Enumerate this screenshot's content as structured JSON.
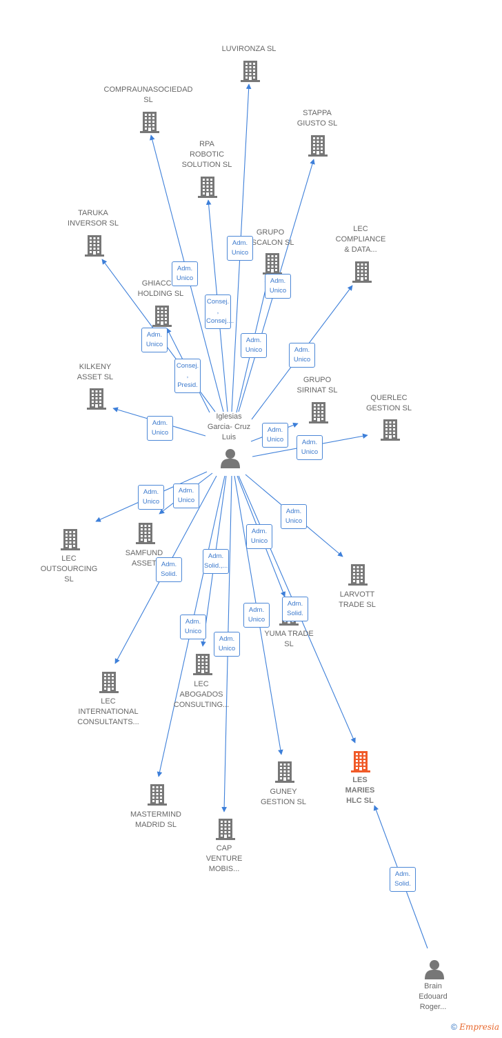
{
  "center": {
    "id": "iglesias",
    "label": "Iglesias\nGarcia- Cruz\nLuis"
  },
  "nodes": [
    {
      "id": "luvironza",
      "label": "LUVIRONZA  SL",
      "type": "company"
    },
    {
      "id": "compraunasociedad",
      "label": "COMPRAUNASOCIEDAD\nSL",
      "type": "company"
    },
    {
      "id": "stappa",
      "label": "STAPPA\nGIUSTO  SL",
      "type": "company"
    },
    {
      "id": "rpa",
      "label": "RPA\nROBOTIC\nSOLUTION  SL",
      "type": "company"
    },
    {
      "id": "taruka",
      "label": "TARUKA\nINVERSOR  SL",
      "type": "company"
    },
    {
      "id": "grupo_escalon",
      "label": "GRUPO\nESCALON  SL",
      "type": "company"
    },
    {
      "id": "lec_compliance",
      "label": "LEC\nCOMPLIANCE\n& DATA...",
      "type": "company"
    },
    {
      "id": "ghiaccio",
      "label": "GHIACCIO\nHOLDING  SL",
      "type": "company"
    },
    {
      "id": "kilkeny",
      "label": "KILKENY\nASSET  SL",
      "type": "company"
    },
    {
      "id": "grupo_sirinat",
      "label": "GRUPO\nSIRINAT  SL",
      "type": "company"
    },
    {
      "id": "querlec",
      "label": "QUERLEC\nGESTION  SL",
      "type": "company"
    },
    {
      "id": "lec_outsourcing",
      "label": "LEC\nOUTSOURCING\nSL",
      "type": "company"
    },
    {
      "id": "samfund",
      "label": "SAMFUND\nASSET",
      "type": "company"
    },
    {
      "id": "larvott",
      "label": "LARVOTT\nTRADE  SL",
      "type": "company"
    },
    {
      "id": "yuma",
      "label": "YUMA TRADE\nSL",
      "type": "company"
    },
    {
      "id": "lec_international",
      "label": "LEC\nINTERNATIONAL\nCONSULTANTS...",
      "type": "company"
    },
    {
      "id": "lec_abogados",
      "label": "LEC\nABOGADOS\nCONSULTING...",
      "type": "company"
    },
    {
      "id": "mastermind",
      "label": "MASTERMIND\nMADRID  SL",
      "type": "company"
    },
    {
      "id": "cap_venture",
      "label": "CAP\nVENTURE\nMOBIS...",
      "type": "company"
    },
    {
      "id": "guney",
      "label": "GUNEY\nGESTION  SL",
      "type": "company"
    },
    {
      "id": "les_maries",
      "label": "LES\nMARIES\nHLC  SL",
      "type": "company",
      "highlight": true
    },
    {
      "id": "brain",
      "label": "Brain\nEdouard\nRoger...",
      "type": "person"
    }
  ],
  "edges": [
    {
      "from": "iglesias",
      "to": "luvironza",
      "label": "Adm.\nUnico"
    },
    {
      "from": "iglesias",
      "to": "compraunasociedad",
      "label": "Adm.\nUnico"
    },
    {
      "from": "iglesias",
      "to": "stappa",
      "label": "Adm.\nUnico"
    },
    {
      "from": "iglesias",
      "to": "rpa",
      "label": "Consej. ,\nConsej...."
    },
    {
      "from": "iglesias",
      "to": "taruka",
      "label": "Adm.\nUnico"
    },
    {
      "from": "iglesias",
      "to": "grupo_escalon",
      "label": "Adm.\nUnico"
    },
    {
      "from": "iglesias",
      "to": "lec_compliance",
      "label": "Adm.\nUnico"
    },
    {
      "from": "iglesias",
      "to": "ghiaccio",
      "label": "Consej. ,\nPresid."
    },
    {
      "from": "iglesias",
      "to": "kilkeny",
      "label": "Adm.\nUnico"
    },
    {
      "from": "iglesias",
      "to": "grupo_sirinat",
      "label": "Adm.\nUnico"
    },
    {
      "from": "iglesias",
      "to": "querlec",
      "label": "Adm.\nUnico"
    },
    {
      "from": "iglesias",
      "to": "lec_outsourcing",
      "label": "Adm.\nUnico"
    },
    {
      "from": "iglesias",
      "to": "samfund",
      "label": "Adm.\nUnico"
    },
    {
      "from": "iglesias",
      "to": "larvott",
      "label": "Adm.\nUnico"
    },
    {
      "from": "iglesias",
      "to": "yuma",
      "label": "Adm.\nUnico"
    },
    {
      "from": "iglesias",
      "to": "lec_international",
      "label": "Adm.\nSolid."
    },
    {
      "from": "iglesias",
      "to": "lec_abogados",
      "label": "Adm.\nSolid.,..."
    },
    {
      "from": "iglesias",
      "to": "mastermind",
      "label": "Adm.\nUnico"
    },
    {
      "from": "iglesias",
      "to": "cap_venture",
      "label": "Adm.\nUnico"
    },
    {
      "from": "iglesias",
      "to": "guney",
      "label": "Adm.\nUnico"
    },
    {
      "from": "iglesias",
      "to": "les_maries",
      "label": "Adm.\nSolid."
    },
    {
      "from": "brain",
      "to": "les_maries",
      "label": "Adm.\nSolid."
    }
  ],
  "colors": {
    "company": "#777777",
    "highlight": "#f05a28",
    "person": "#777777",
    "edge": "#3d7fd9",
    "edge_label_text": "#3a78cc"
  },
  "icons": {
    "company": "building-icon",
    "person": "person-icon"
  },
  "footer": {
    "copyright": "©",
    "brand": "Empresia"
  }
}
